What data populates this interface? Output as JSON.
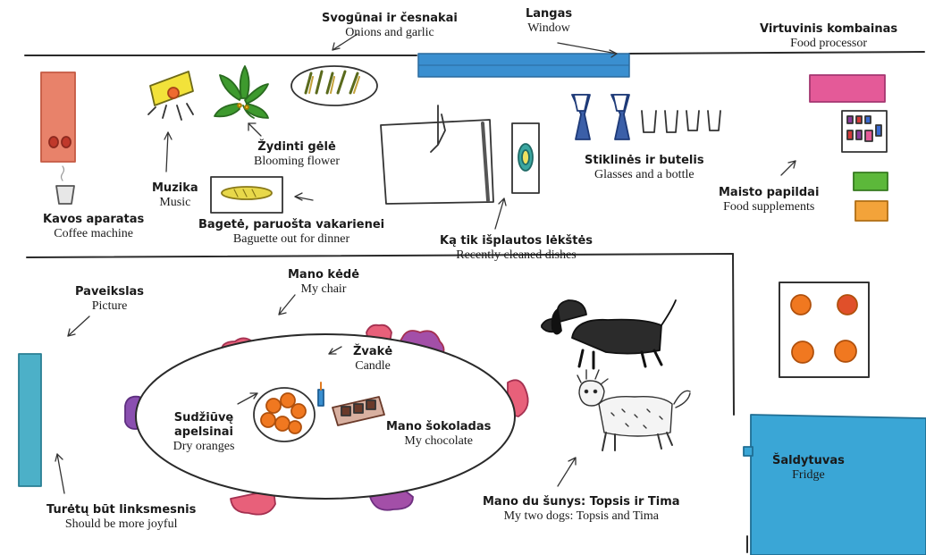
{
  "labels": {
    "onions": {
      "lt": "Svogūnai ir česnakai",
      "en": "Onions and garlic"
    },
    "window": {
      "lt": "Langas",
      "en": "Window"
    },
    "food_processor": {
      "lt": "Virtuvinis kombainas",
      "en": "Food processor"
    },
    "blooming_flower": {
      "lt": "Žydinti gėlė",
      "en": "Blooming flower"
    },
    "music": {
      "lt": "Muzika",
      "en": "Music"
    },
    "coffee_machine": {
      "lt": "Kavos aparatas",
      "en": "Coffee machine"
    },
    "baguette": {
      "lt": "Bagetė, paruošta vakarienei",
      "en": "Baguette out for dinner"
    },
    "glasses": {
      "lt": "Stiklinės ir butelis",
      "en": "Glasses and a bottle"
    },
    "dishes": {
      "lt": "Ką tik išplautos lėkštės",
      "en": "Recently cleaned dishes"
    },
    "supplements": {
      "lt": "Maisto papildai",
      "en": "Food supplements"
    },
    "chair": {
      "lt": "Mano kėdė",
      "en": "My chair"
    },
    "picture": {
      "lt": "Paveikslas",
      "en": "Picture"
    },
    "candle": {
      "lt": "Žvakė",
      "en": "Candle"
    },
    "oranges": {
      "lt": "Sudžiūvę apelsinai",
      "en": "Dry oranges"
    },
    "chocolate": {
      "lt": "Mano šokoladas",
      "en": "My chocolate"
    },
    "joyful": {
      "lt": "Turėtų būt linksmesnis",
      "en": "Should be more joyful"
    },
    "dogs": {
      "lt": "Mano du šunys: Topsis ir Tima",
      "en": "My two dogs: Topsis and Tima"
    },
    "fridge": {
      "lt": "Šaldytuvas",
      "en": "Fridge"
    }
  },
  "colors": {
    "window_blue": "#3a8fd0",
    "fridge_blue": "#3aa6d6",
    "coffee_orange": "#e8826a",
    "chair_pink": "#e8607a",
    "chair_purple": "#8a4fb0",
    "orange": "#f07820",
    "supplement_green": "#5cb83a",
    "supplement_orange": "#f3a33a",
    "processor_pink": "#e45a98",
    "music_yellow": "#f2e23a",
    "baguette_yellow": "#e8d84a",
    "plant_green": "#3e9a2e",
    "glass_blue": "#3b5fa8",
    "dog_black": "#2b2b2b"
  }
}
